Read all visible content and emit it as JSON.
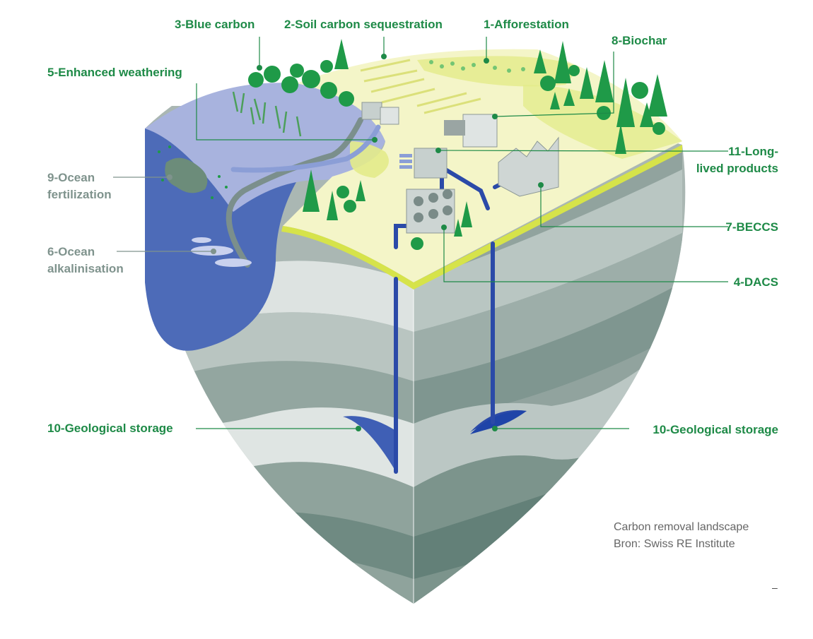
{
  "labels": {
    "blue_carbon": "3-Blue carbon",
    "soil_carbon": "2-Soil carbon sequestration",
    "afforestation": "1-Afforestation",
    "biochar": "8-Biochar",
    "enhanced_weathering": "5-Enhanced weathering",
    "ocean_fertilization": [
      "9-Ocean",
      "fertilization"
    ],
    "long_lived_products": [
      "11-Long-",
      "lived products"
    ],
    "ocean_alkalinisation": [
      "6-Ocean",
      "alkalinisation"
    ],
    "beccs": "7-BECCS",
    "dacs": "4-DACS",
    "geological_storage_left": "10-Geological storage",
    "geological_storage_right": "10-Geological storage"
  },
  "caption": {
    "line1": "Carbon removal landscape",
    "line2": "Bron: Swiss RE Institute"
  },
  "footer_mark": "–",
  "colors": {
    "label_green": "#1e8a47",
    "label_gray": "#7f938d",
    "ocean_deep": "#4d6bb8",
    "ocean_light": "#a8b3de",
    "land": "#f4f5c8",
    "land_edge": "#d6e34a",
    "tree": "#1f9a48",
    "pipe": "#2b4aa8"
  }
}
